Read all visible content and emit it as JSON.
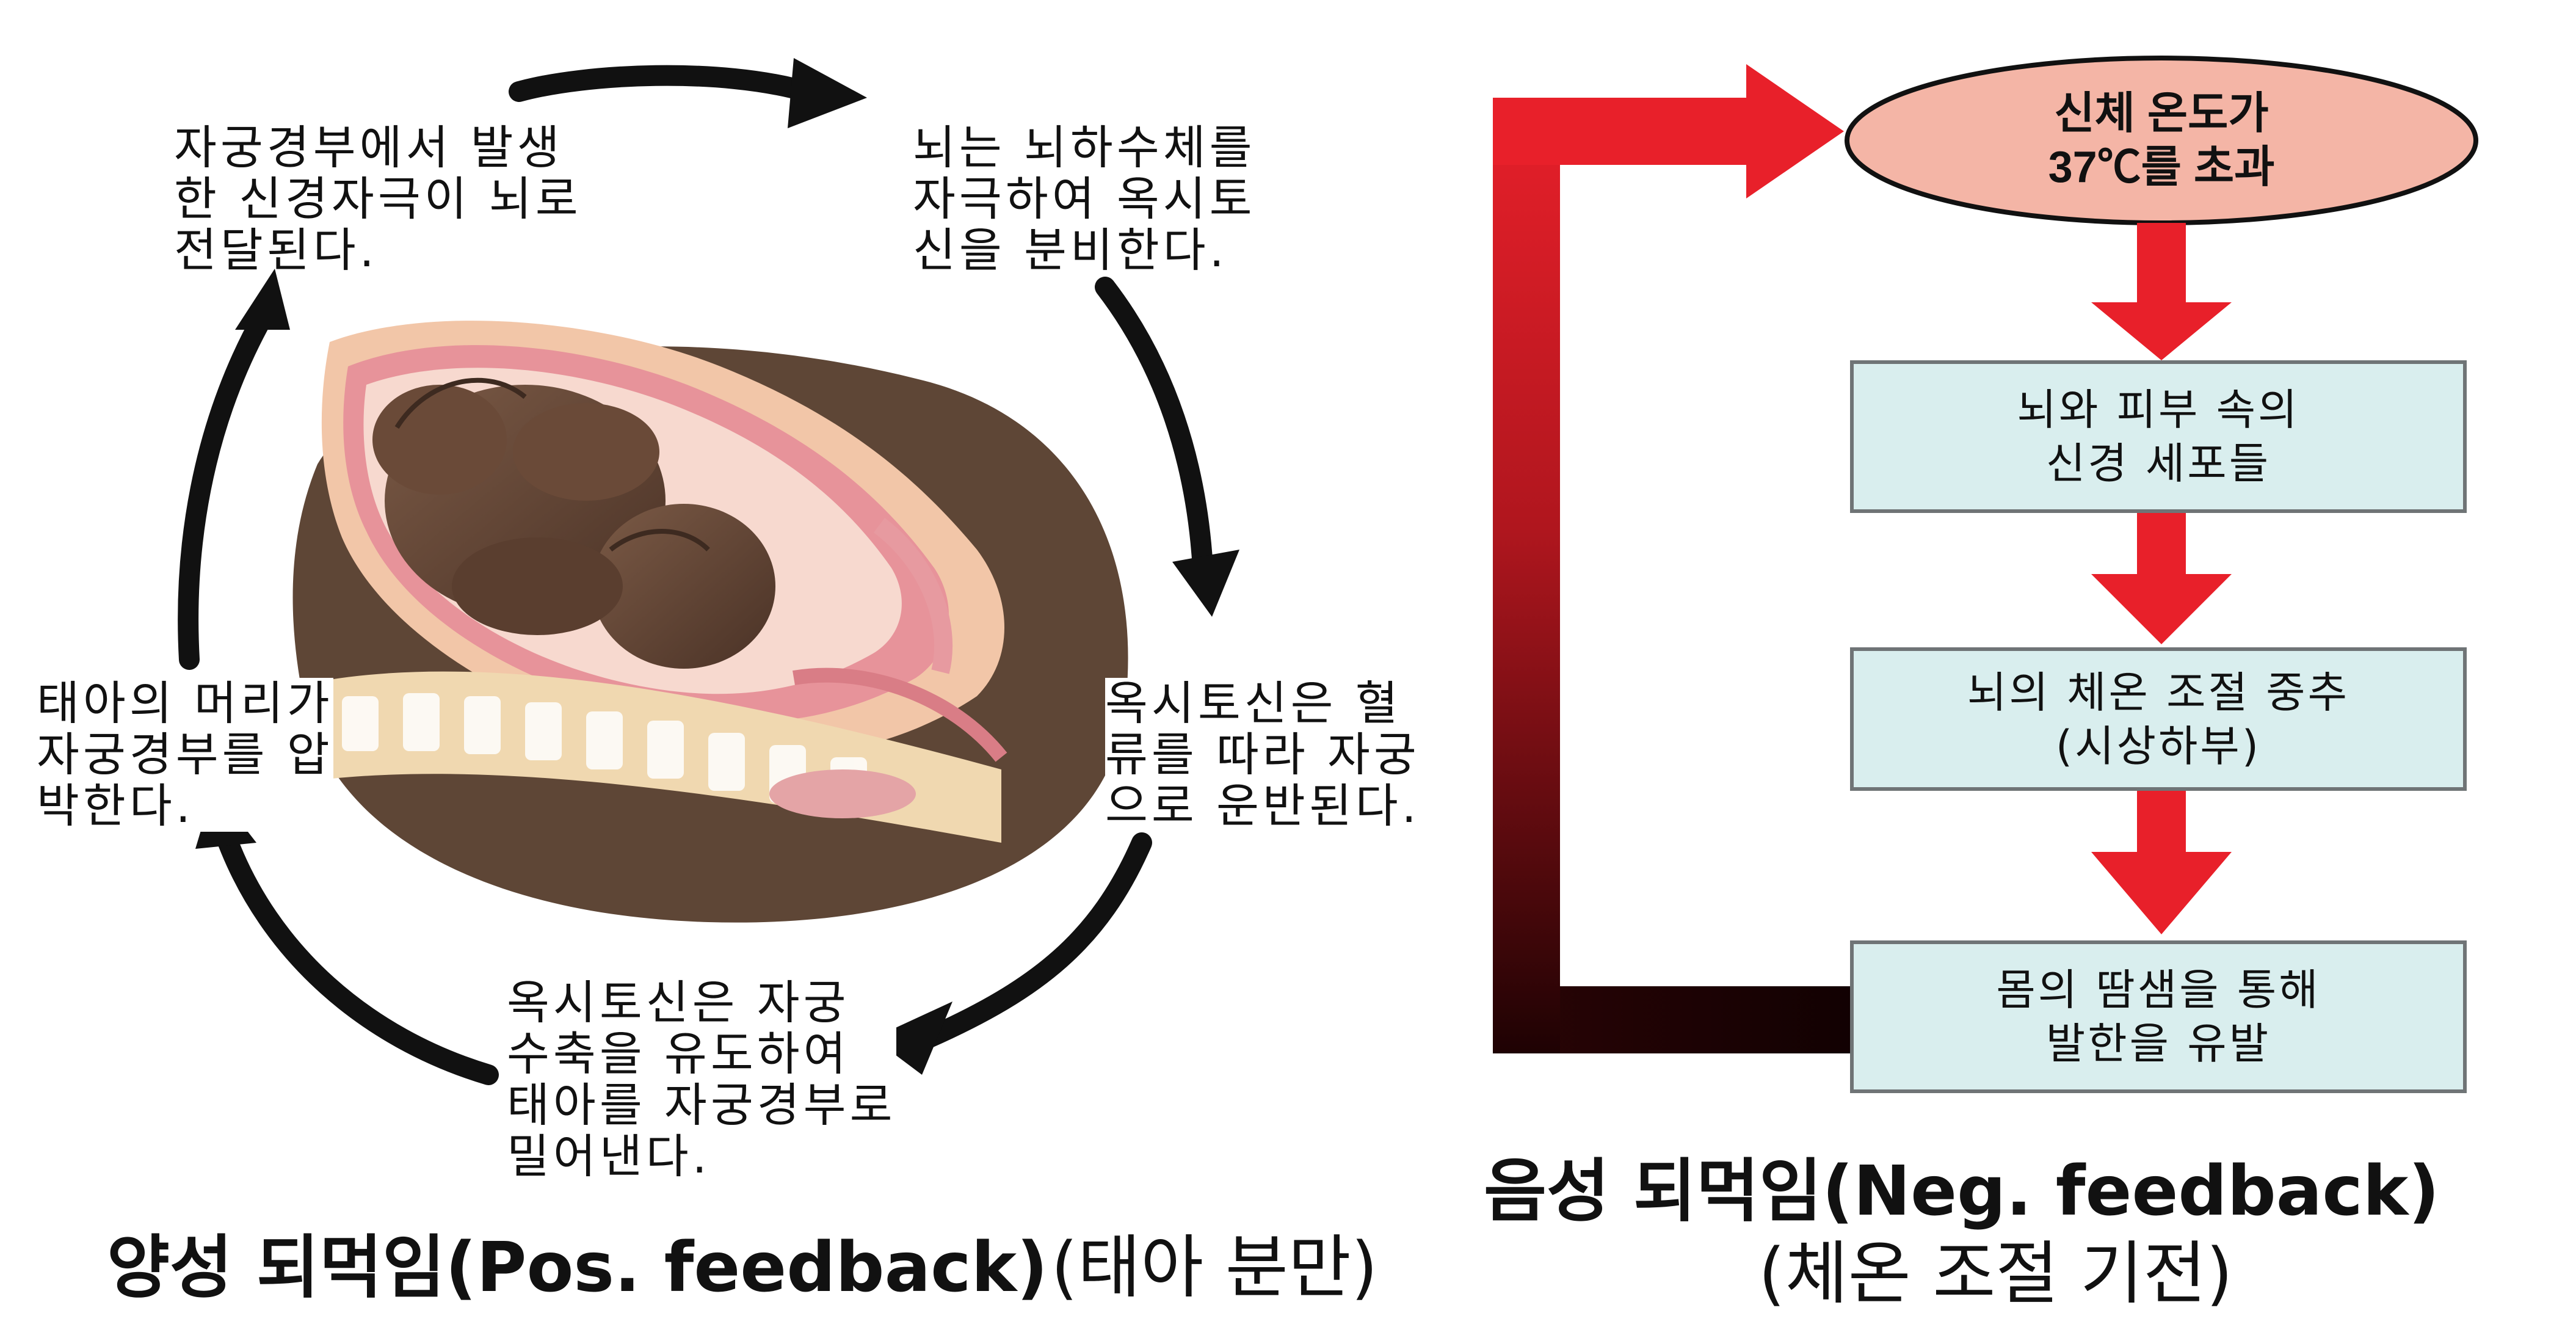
{
  "positive_feedback": {
    "steps": [
      {
        "lines": [
          "자궁경부에서 발생",
          "한 신경자극이 뇌로",
          "전달된다."
        ]
      },
      {
        "lines": [
          "뇌는 뇌하수체를",
          "자극하여 옥시토",
          "신을 분비한다."
        ]
      },
      {
        "lines": [
          "옥시토신은 혈",
          "류를 따라 자궁",
          "으로 운반된다."
        ]
      },
      {
        "lines": [
          "옥시토신은 자궁",
          "수축을 유도하여",
          "태아를 자궁경부로",
          "밀어낸다."
        ]
      },
      {
        "lines": [
          "태아의 머리가",
          "자궁경부를 압",
          "박한다."
        ]
      }
    ],
    "caption_bold": "양성 되먹임(Pos. feedback)",
    "caption_light": "(태아 분만)"
  },
  "negative_feedback": {
    "stimulus": {
      "lines": [
        "신체 온도가",
        "37℃를 초과"
      ]
    },
    "boxes": [
      {
        "lines": [
          "뇌와 피부 속의",
          "신경 세포들"
        ]
      },
      {
        "lines": [
          "뇌의 체온 조절 중추",
          "(시상하부)"
        ]
      },
      {
        "lines": [
          "몸의 땀샘을 통해",
          "발한을 유발"
        ]
      }
    ],
    "caption_bold": "음성 되먹임(Neg. feedback)",
    "caption_light": "(체온 조절 기전)"
  },
  "colors": {
    "arrow_red": "#e8202a",
    "loop_dark": "#2a0406",
    "oval_fill": "#f4b5a6",
    "box_fill": "#d9eeee",
    "box_border": "#6f7476",
    "cycle_arrow": "#111111"
  },
  "icons": {
    "illustration": "fetus-in-uterus-illustration"
  }
}
